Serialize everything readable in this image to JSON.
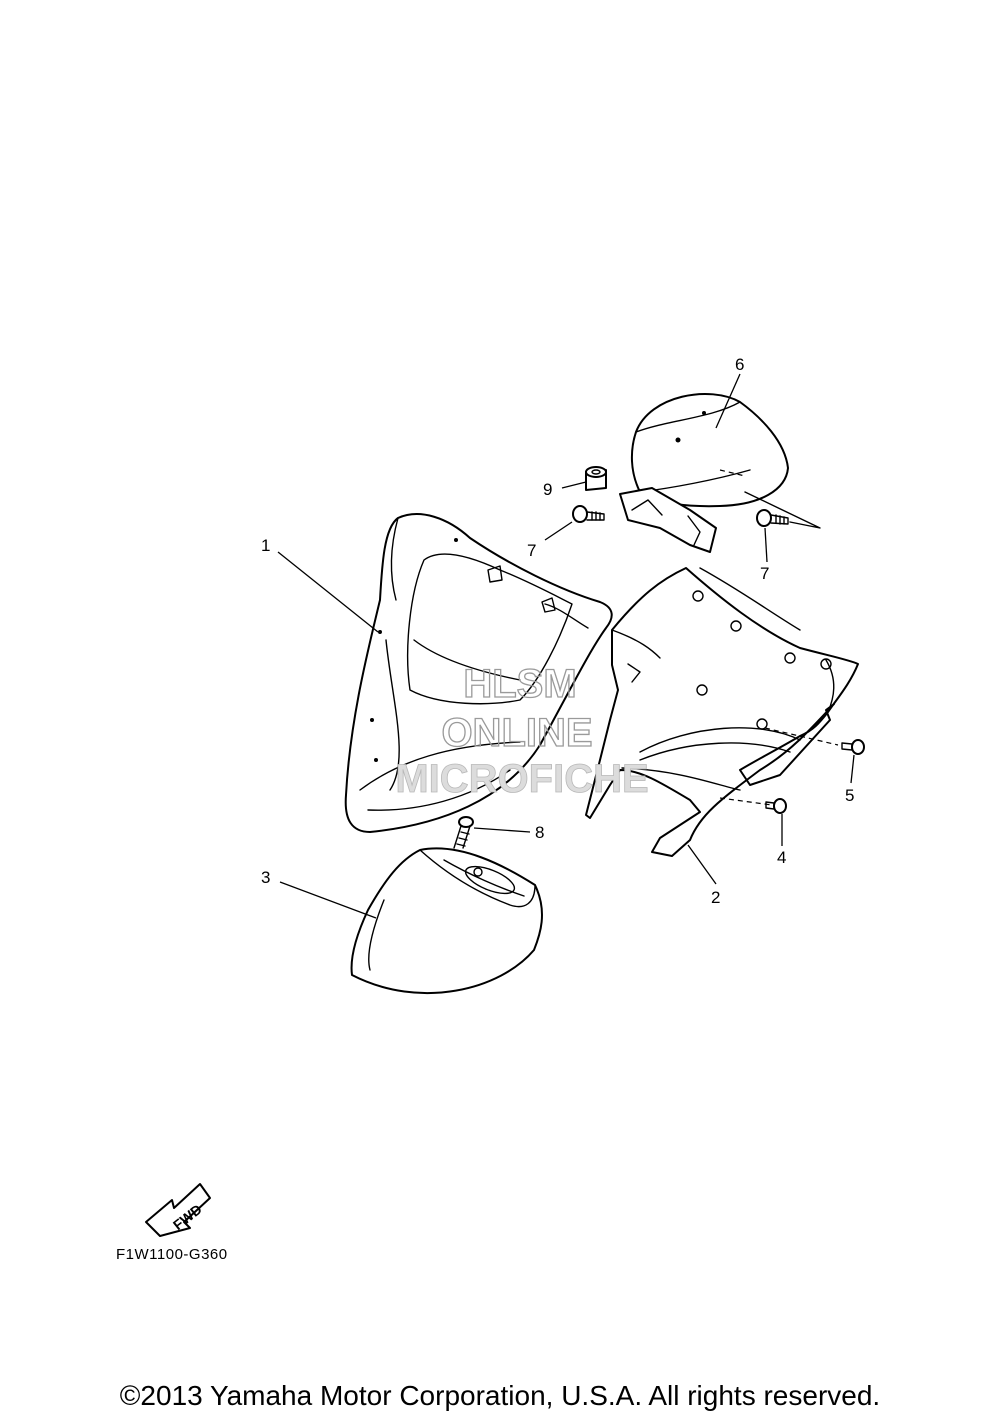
{
  "callouts": {
    "c1": "1",
    "c2": "2",
    "c3": "3",
    "c4": "4",
    "c5": "5",
    "c6": "6",
    "c7a": "7",
    "c7b": "7",
    "c8": "8",
    "c9": "9"
  },
  "watermark": {
    "line1": "HLSM",
    "line2": "ONLINE",
    "line3": "MICROFICHE"
  },
  "fwd_label": "FWD",
  "diagram_code": "F1W1100-G360",
  "copyright": "©2013 Yamaha Motor Corporation, U.S.A. All rights reserved."
}
